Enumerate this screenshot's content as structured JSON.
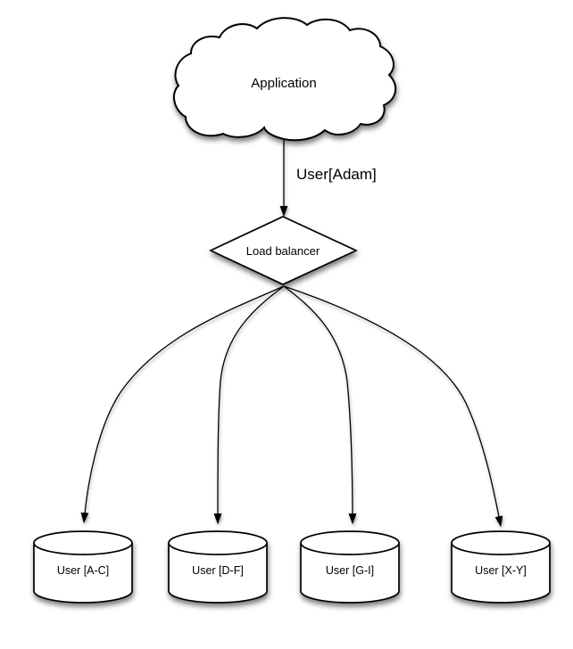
{
  "diagram": {
    "title": "application-to-sharded-database-diagram",
    "application": {
      "label": "Application"
    },
    "request_edge": {
      "label": "User[Adam]"
    },
    "load_balancer": {
      "label": "Load balancer"
    },
    "shards": [
      {
        "label": "User [A-C]"
      },
      {
        "label": "User [D-F]"
      },
      {
        "label": "User [G-I]"
      },
      {
        "label": "User [X-Y]"
      }
    ],
    "colors": {
      "stroke": "#000000",
      "fill": "#ffffff",
      "text": "#000000",
      "background": "#ffffff"
    }
  }
}
